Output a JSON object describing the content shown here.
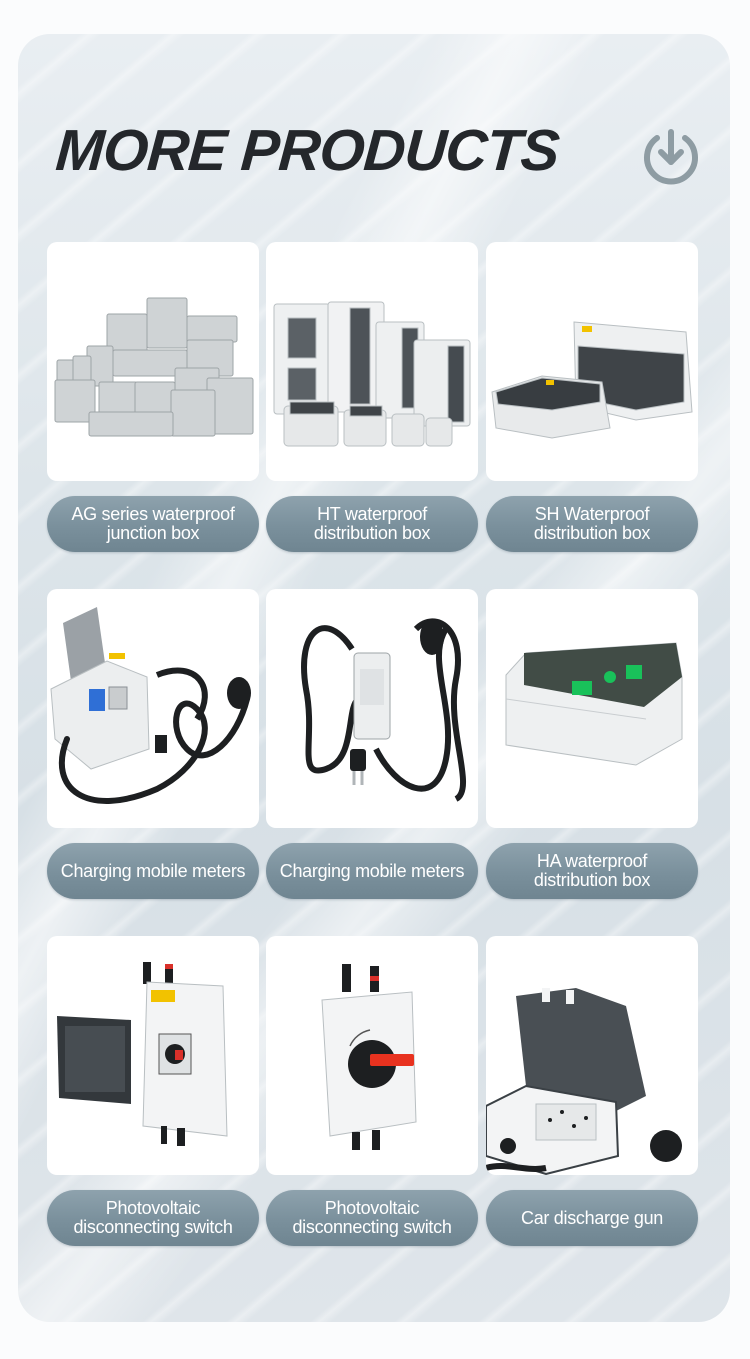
{
  "header": {
    "title": "MORE PRODUCTS",
    "icon": "power-download-icon",
    "icon_color": "#8e9ca3"
  },
  "colors": {
    "panel_background": "#dde5ea",
    "pill_background": "#7a909c",
    "pill_text": "#ffffff",
    "title_text": "#24272b",
    "card_background": "#ffffff"
  },
  "products": [
    {
      "label": "AG series waterproof junction box",
      "image": "grey-junction-boxes-stack"
    },
    {
      "label": "HT waterproof distribution box",
      "image": "white-distribution-boxes-group"
    },
    {
      "label": "SH Waterproof distribution box",
      "image": "two-distribution-boxes-smoked-cover"
    },
    {
      "label": "Charging mobile meters",
      "image": "meter-box-with-cables-open-lid"
    },
    {
      "label": "Charging mobile meters",
      "image": "inline-meter-with-black-cables"
    },
    {
      "label": "HA waterproof distribution box",
      "image": "white-box-green-breakers"
    },
    {
      "label": "Photovoltaic disconnecting switch",
      "image": "pv-switch-open-door"
    },
    {
      "label": "Photovoltaic disconnecting switch",
      "image": "pv-switch-red-handle"
    },
    {
      "label": "Car discharge gun",
      "image": "weatherproof-socket-box-open"
    }
  ]
}
